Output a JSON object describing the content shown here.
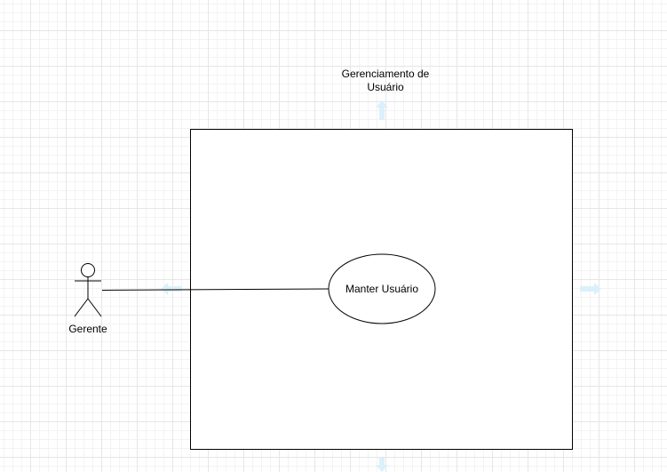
{
  "diagram": {
    "system_boundary": {
      "title_line1": "Gerenciamento de",
      "title_line2": "Usuário"
    },
    "actor": {
      "label": "Gerente"
    },
    "use_case": {
      "label": "Manter Usuário"
    },
    "colors": {
      "stroke": "#000000",
      "fill": "#ffffff",
      "hover_arrow": "#dbf0fb",
      "grid_major": "#e6e6e6",
      "grid_minor": "#f3f3f3"
    }
  }
}
